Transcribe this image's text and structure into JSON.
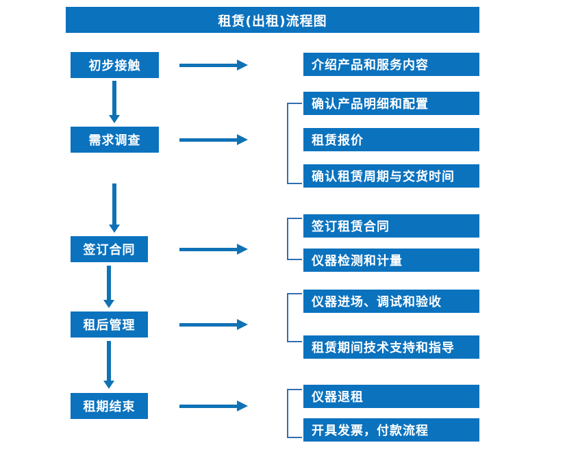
{
  "title": "租赁(出租)流程图",
  "colors": {
    "box_fill": "#0b72be",
    "arrow": "#0f72b5",
    "bracket": "#2f6fb0",
    "text": "#ffffff",
    "background": "#ffffff"
  },
  "stages": [
    {
      "id": "initial-contact",
      "label": "初步接触"
    },
    {
      "id": "demand-survey",
      "label": "需求调查"
    },
    {
      "id": "sign-contract",
      "label": "签订合同"
    },
    {
      "id": "post-rent-manage",
      "label": "租后管理"
    },
    {
      "id": "lease-end",
      "label": "租期结束"
    }
  ],
  "details": [
    {
      "id": "d1",
      "label": "介绍产品和服务内容"
    },
    {
      "id": "d2",
      "label": "确认产品明细和配置"
    },
    {
      "id": "d3",
      "label": "租赁报价"
    },
    {
      "id": "d4",
      "label": "确认租赁周期与交货时间"
    },
    {
      "id": "d5",
      "label": "签订租赁合同"
    },
    {
      "id": "d6",
      "label": "仪器检测和计量"
    },
    {
      "id": "d7",
      "label": "仪器进场、调试和验收"
    },
    {
      "id": "d8",
      "label": "租赁期间技术支持和指导"
    },
    {
      "id": "d9",
      "label": "仪器退租"
    },
    {
      "id": "d10",
      "label": "开具发票，付款流程"
    }
  ]
}
